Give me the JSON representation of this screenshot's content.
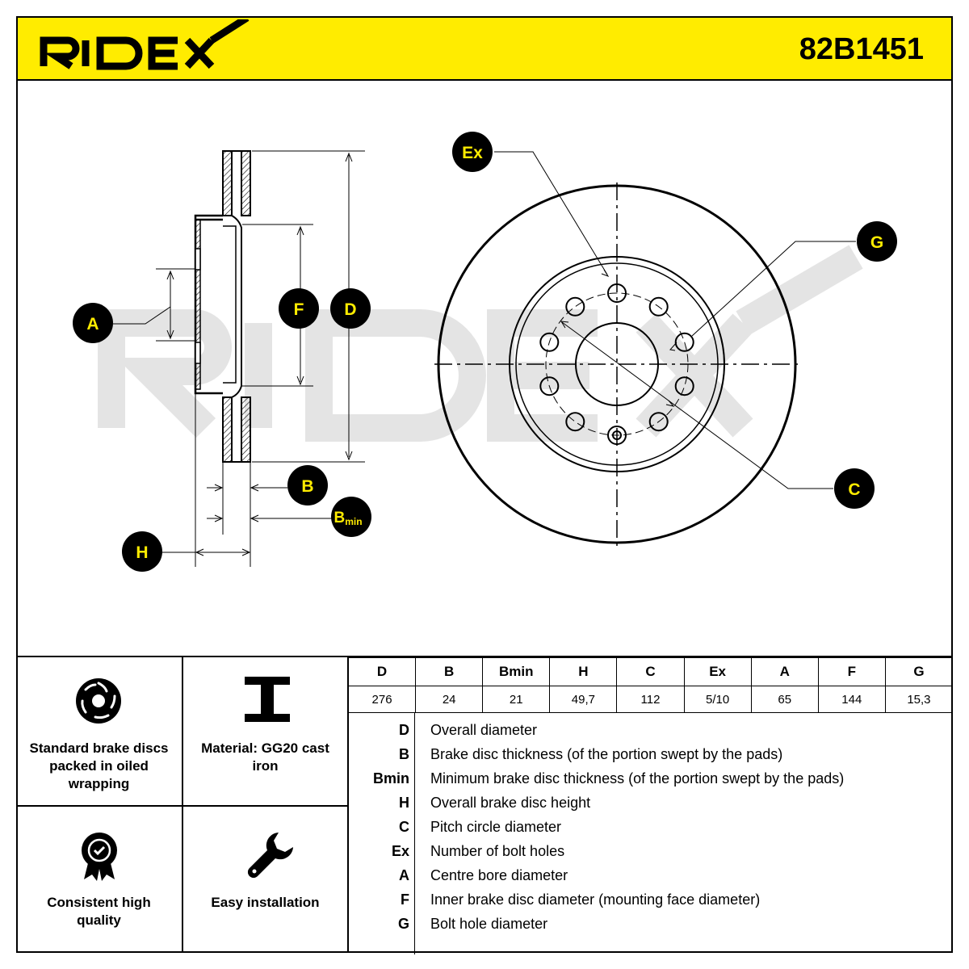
{
  "header": {
    "brand": "RIDEX",
    "part_number": "82B1451",
    "bg_color": "#ffec00"
  },
  "diagram": {
    "watermark": "RIDEX",
    "callouts": {
      "A": "A",
      "B": "B",
      "Bmin_main": "B",
      "Bmin_sub": "min",
      "H": "H",
      "F": "F",
      "D": "D",
      "Ex": "Ex",
      "G": "G",
      "C": "C"
    }
  },
  "features": [
    {
      "icon": "brake-disc-icon",
      "label": "Standard brake discs packed in oiled wrapping"
    },
    {
      "icon": "i-beam-icon",
      "label": "Material: GG20 cast iron"
    },
    {
      "icon": "quality-badge-icon",
      "label": "Consistent high quality"
    },
    {
      "icon": "wrench-icon",
      "label": "Easy installation"
    }
  ],
  "spec_table": {
    "headers": [
      "D",
      "B",
      "Bmin",
      "H",
      "C",
      "Ex",
      "A",
      "F",
      "G"
    ],
    "values": [
      "276",
      "24",
      "21",
      "49,7",
      "112",
      "5/10",
      "65",
      "144",
      "15,3"
    ]
  },
  "legend": [
    {
      "key": "D",
      "desc": "Overall diameter"
    },
    {
      "key": "B",
      "desc": "Brake disc thickness (of the portion swept by the pads)"
    },
    {
      "key": "Bmin",
      "desc": "Minimum brake disc thickness (of the portion swept by the pads)"
    },
    {
      "key": "H",
      "desc": "Overall brake disc height"
    },
    {
      "key": "C",
      "desc": "Pitch circle diameter"
    },
    {
      "key": "Ex",
      "desc": "Number of bolt holes"
    },
    {
      "key": "A",
      "desc": "Centre bore diameter"
    },
    {
      "key": "F",
      "desc": "Inner brake disc diameter (mounting face diameter)"
    },
    {
      "key": "G",
      "desc": "Bolt hole diameter"
    }
  ]
}
